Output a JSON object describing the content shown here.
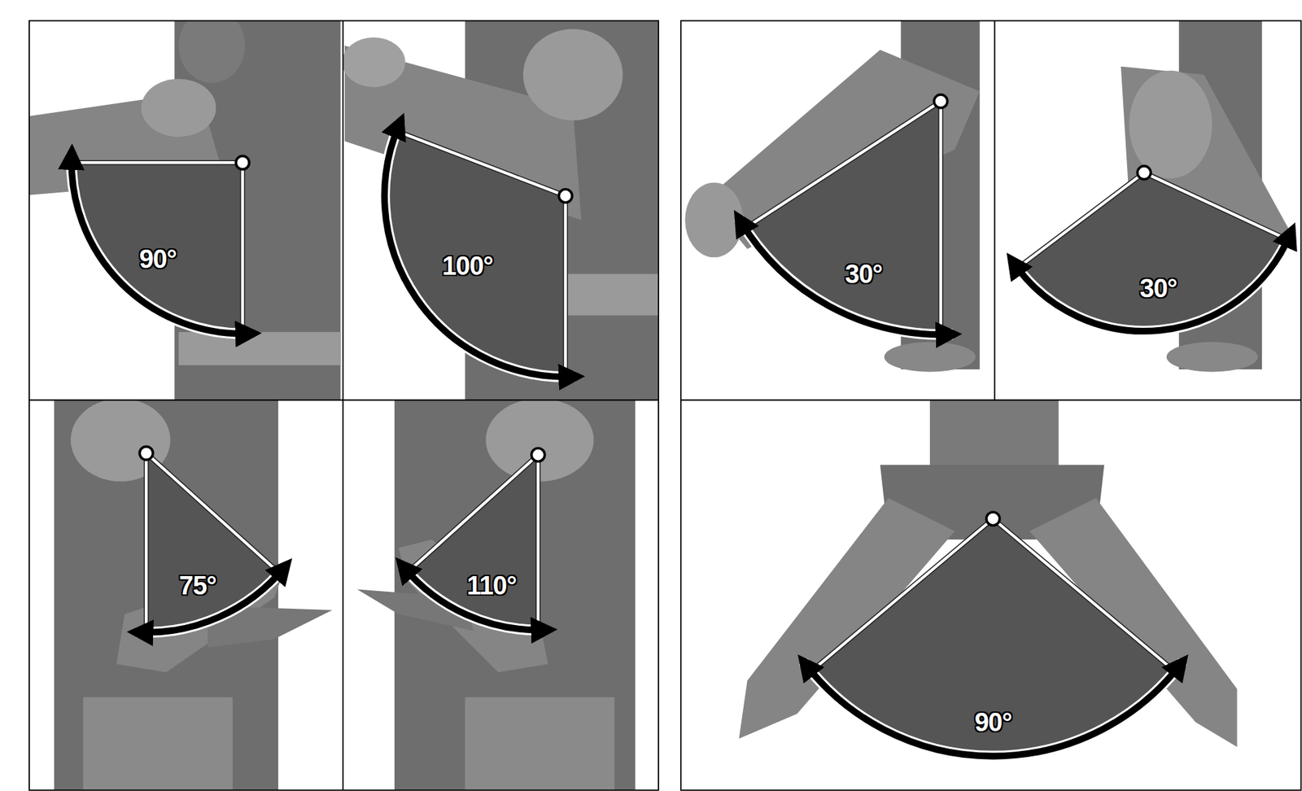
{
  "diagram": {
    "labels": [
      "90°",
      "100°",
      "30°",
      "30°",
      "75°",
      "110°",
      "90°"
    ]
  }
}
